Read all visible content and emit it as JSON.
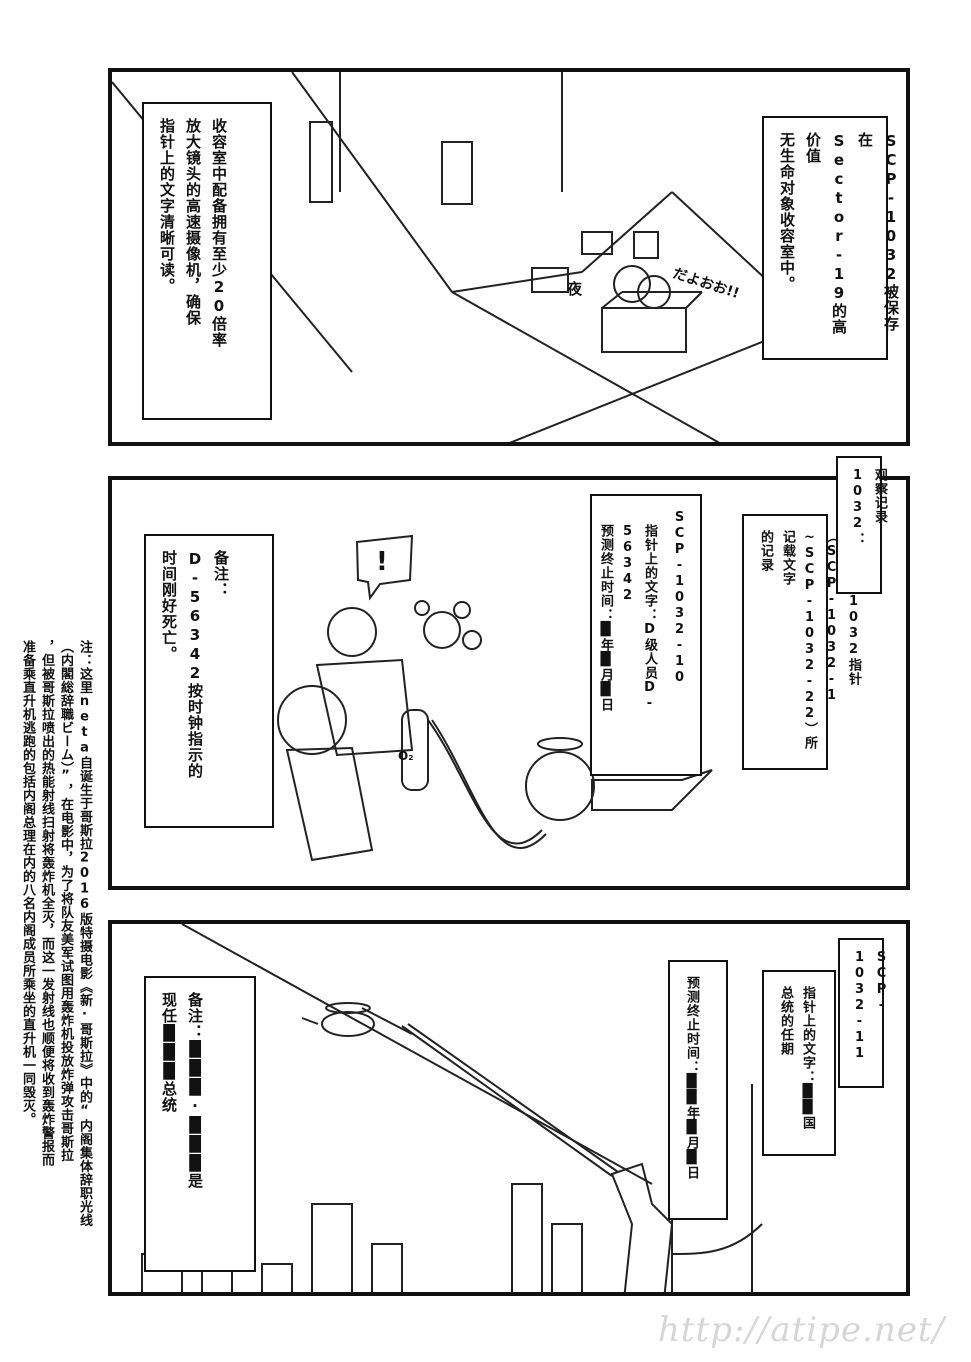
{
  "panel1": {
    "left_caption": "收容室中配备拥有至少20倍率\n放大镜头的高速摄像机，确保\n指针上的文字清晰可读。",
    "right_caption": "SCP-1032被保存在\nSector-19的高价值\n无生命对象收容室中。",
    "sfx_left": "夜",
    "sfx_right": "だよおお!!"
  },
  "panel2": {
    "header": "观察记录1032：",
    "record_desc": "SCP-1032指针（SCP-1032-1\n~SCP-1032-22）所记载文字\n的记录",
    "item_id": "SCP-1032-10",
    "pointer_text": "指针上的文字：D级人员D-56342\n预测终止时间：█年█月█日",
    "remark": "备注：\nD-56342按时钟指示的\n时间刚好死亡。",
    "speech": "!",
    "tank_label": "O₂"
  },
  "panel3": {
    "item_id": "SCP-1032-11",
    "pointer_text": "指针上的文字：██国\n总统的任期",
    "prediction": "预测终止时间：██年█月█日",
    "remark": "备注：███·███是\n现任███总统"
  },
  "side_note": "注：这里neta自诞生于哥斯拉2016版特摄电影《新·哥斯拉》中的“内阁集体辞职光线\n（内閣総辞職ビーム）”，在电影中，为了将队友美军试图用轰炸机投放炸弹攻击哥斯拉\n，但被哥斯拉喷出的热能射线扫射将轰炸机全灭，而这一发射线也顺便将收到轰炸警报而\n准备乘直升机逃跑的包括内阁总理在内的八名内阁成员所乘坐的直升机一同毁灭。",
  "watermark": "http://atipe.net/"
}
